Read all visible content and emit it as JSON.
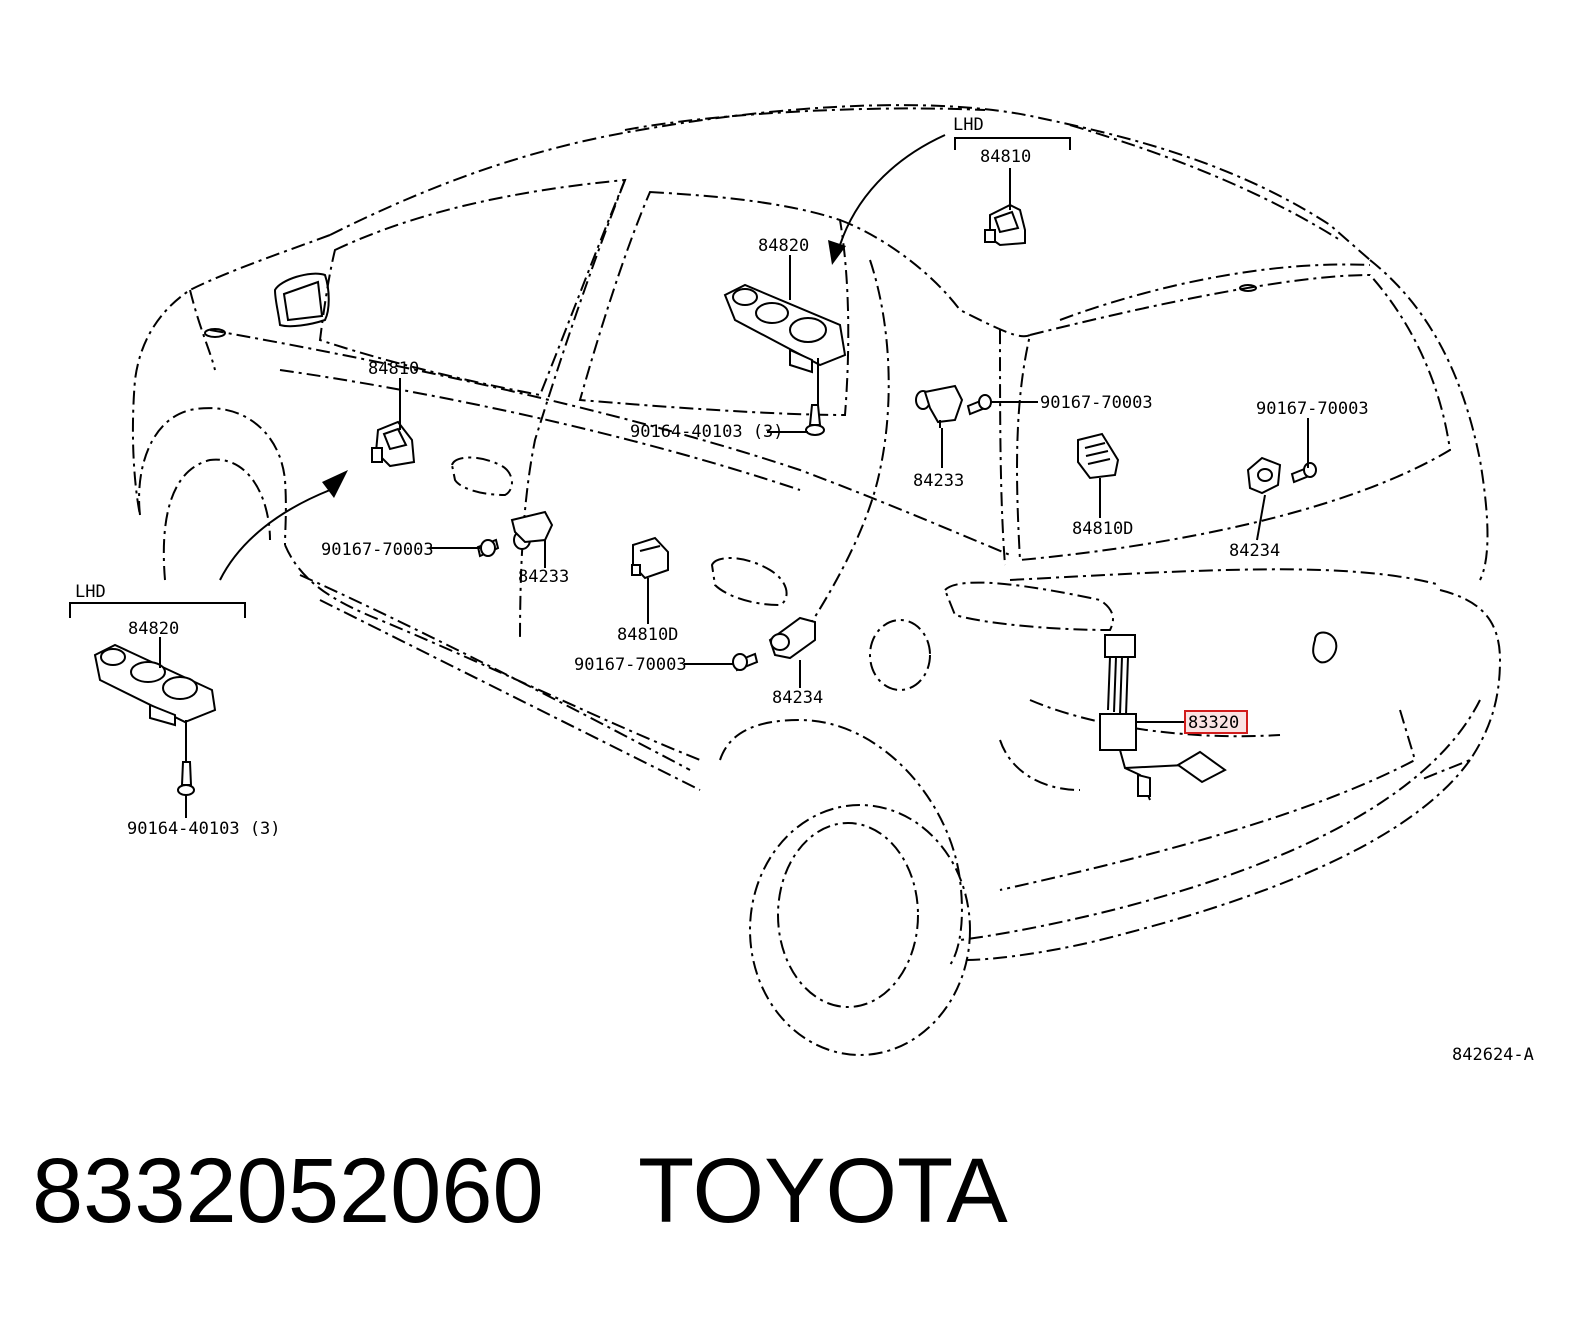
{
  "footer": {
    "part_number": "8332052060",
    "brand": "TOYOTA"
  },
  "diagram": {
    "figure_code": "842624-A",
    "callouts": {
      "lhd_top": "LHD",
      "p84810_top": "84810",
      "p84820_mid": "84820",
      "p84810_left": "84810",
      "p90164_mid": "90164-40103 (3)",
      "p90167_right": "90167-70003",
      "p84233_right": "84233",
      "p90167_far_right": "90167-70003",
      "p84810d_right": "84810D",
      "p84234_right": "84234",
      "p90167_left": "90167-70003",
      "p84233_left": "84233",
      "p84810d_mid": "84810D",
      "p90167_low": "90167-70003",
      "p84234_low": "84234",
      "p83320": "83320",
      "lhd_left": "LHD",
      "p84820_left": "84820",
      "p90164_left": "90164-40103 (3)"
    },
    "highlight_color": "#d11c1c"
  }
}
